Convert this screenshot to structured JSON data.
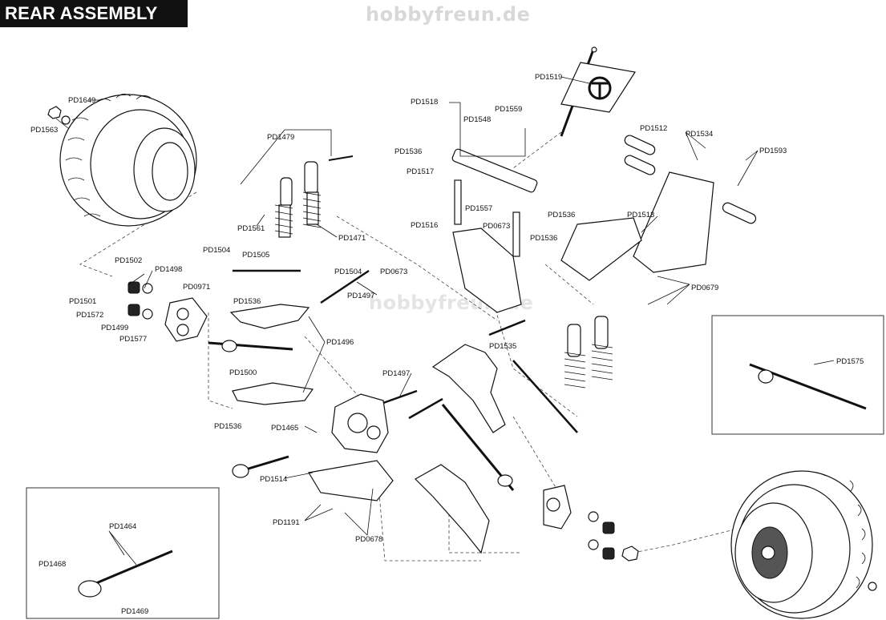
{
  "header": {
    "title": "REAR ASSEMBLY"
  },
  "watermark": {
    "text": "hobbyfreun.de"
  },
  "parts": [
    "PD1649",
    "PD1563",
    "PD1479",
    "PD1561",
    "PD1471",
    "PD1518",
    "PD1559",
    "PD1548",
    "PD1519",
    "PD1536",
    "PD1517",
    "PD1557",
    "PD1536",
    "PD1516",
    "PD0673",
    "PD1536",
    "PD0673",
    "PD1512",
    "PD1534",
    "PD1593",
    "PD1513",
    "PD0679",
    "PD1502",
    "PD1498",
    "PD1504",
    "PD1505",
    "PD1504",
    "PD1501",
    "PD1572",
    "PD0971",
    "PD1497",
    "PD1499",
    "PD1536",
    "PD1577",
    "PD1496",
    "PD1535",
    "PD1500",
    "PD1497",
    "PD1536",
    "PD1465",
    "PD1514",
    "PD1191",
    "PD0678",
    "PD1575",
    "PD1464",
    "PD1468",
    "PD1469"
  ],
  "icons": [
    "tire-icon",
    "flag-icon",
    "shock-absorber-icon",
    "gearbox-icon",
    "a-arm-icon",
    "drive-shaft-icon",
    "hub-carrier-icon"
  ]
}
